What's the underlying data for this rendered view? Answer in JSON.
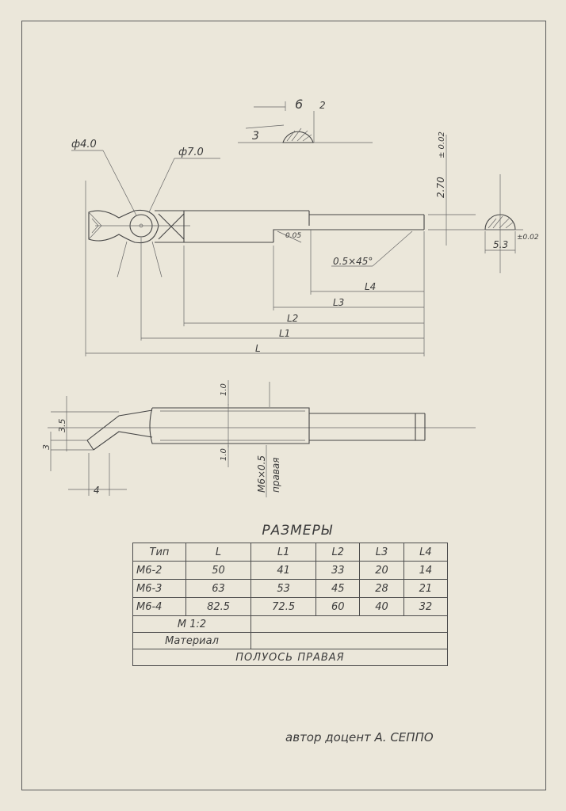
{
  "drawing": {
    "dims": {
      "d40": "ф4.0",
      "d70": "ф7.0",
      "top6": "6",
      "top2": "2",
      "top3": "3",
      "h270": "2.70",
      "h270tol": "± 0.02",
      "w53": "5.3",
      "w53tol": "±0.02",
      "r005": "0.05",
      "chamfer": "0.5×45°",
      "L4": "L4",
      "L3": "L3",
      "L2": "L2",
      "L1": "L1",
      "L": "L",
      "v10a": "1.0",
      "v10b": "1.0",
      "v35": "3.5",
      "v3": "3",
      "h4": "4",
      "thread": "M6×0.5",
      "thread2": "правая"
    }
  },
  "table": {
    "heading": "РАЗМЕРЫ",
    "columns": [
      "Тип",
      "L",
      "L1",
      "L2",
      "L3",
      "L4"
    ],
    "rows": [
      [
        "M6-2",
        "50",
        "41",
        "33",
        "20",
        "14"
      ],
      [
        "M6-3",
        "63",
        "53",
        "45",
        "28",
        "21"
      ],
      [
        "M6-4",
        "82.5",
        "72.5",
        "60",
        "40",
        "32"
      ]
    ],
    "scale": "M 1:2",
    "material": "Материал",
    "part_name": "ПОЛУОСЬ ПРАВАЯ"
  },
  "author": "автор доцент А. СЕППО"
}
